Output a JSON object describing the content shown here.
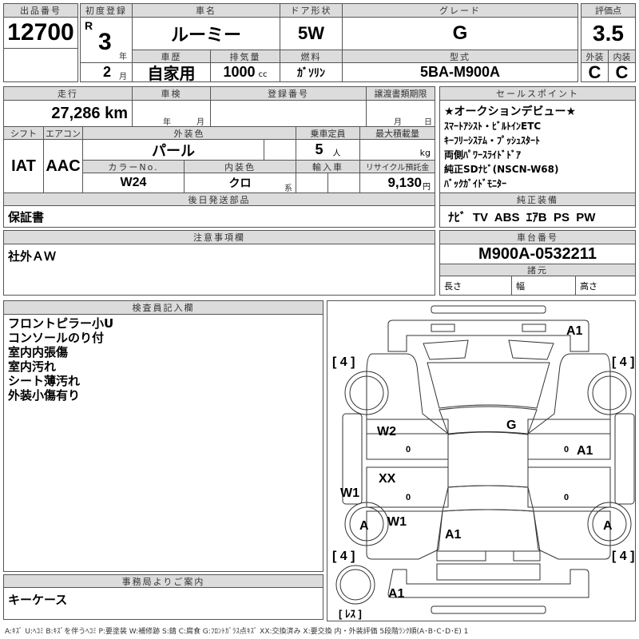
{
  "lot": {
    "label": "出品番号",
    "value": "12700"
  },
  "first_reg": {
    "label": "初度登録",
    "era": "R",
    "year": "3",
    "year_unit": "年",
    "month": "2",
    "month_unit": "月"
  },
  "car_name": {
    "label": "車名",
    "value": "ルーミー"
  },
  "door": {
    "label": "ドア形状",
    "value": "5W"
  },
  "grade": {
    "label": "グレード",
    "value": "G"
  },
  "history": {
    "label": "車歴",
    "value": "自家用"
  },
  "displacement": {
    "label": "排気量",
    "value": "1000",
    "unit": "cc"
  },
  "fuel": {
    "label": "燃料",
    "value": "ｶﾞｿﾘﾝ"
  },
  "model": {
    "label": "型式",
    "value": "5BA-M900A"
  },
  "score": {
    "label": "評価点",
    "value": "3.5",
    "ext_label": "外装",
    "int_label": "内装",
    "ext": "C",
    "int": "C"
  },
  "mileage": {
    "label": "走行",
    "value": "27,286 km"
  },
  "inspection": {
    "label": "車検",
    "year_unit": "年",
    "month_unit": "月"
  },
  "reg_no": {
    "label": "登録番号"
  },
  "transfer": {
    "label": "譲渡書類期限",
    "month_unit": "月",
    "day_unit": "日"
  },
  "shift": {
    "label": "シフト",
    "value": "IAT"
  },
  "aircon": {
    "label": "エアコン",
    "value": "AAC"
  },
  "ext_color": {
    "label": "外装色",
    "value": "パール"
  },
  "capacity": {
    "label": "乗車定員",
    "value": "5",
    "unit": "人"
  },
  "max_load": {
    "label": "最大積載量",
    "unit": "kg"
  },
  "color_no": {
    "label": "カラーNo.",
    "value": "W24"
  },
  "int_color": {
    "label": "内装色",
    "value": "クロ",
    "unit": "系"
  },
  "import": {
    "label": "輸入車"
  },
  "recycle": {
    "label": "リサイクル預託金",
    "value": "9,130",
    "unit": "円"
  },
  "later_parts": {
    "label": "後日発送部品",
    "value": "保証書"
  },
  "sales_points": {
    "label": "セールスポイント",
    "items": [
      "★オークションデビュー★",
      "ｽﾏｰﾄｱｼｽﾄ・ﾋﾞﾙﾄｲﾝETC",
      "ｷｰﾌﾘｰｼｽﾃﾑ・ﾌﾟｯｼｭｽﾀｰﾄ",
      "両側ﾊﾟﾜｰｽﾗｲﾄﾞﾄﾞｱ",
      "純正SDﾅﾋﾞ(NSCN-W68)",
      "ﾊﾞｯｸｶﾞｲﾄﾞﾓﾆﾀｰ"
    ]
  },
  "equipment": {
    "label": "純正装備",
    "value": "ﾅﾋﾞ  TV  ABS  ｴｱB  PS  PW"
  },
  "notes": {
    "label": "注意事項欄",
    "value": "社外ＡＷ"
  },
  "chassis": {
    "label": "車台番号",
    "value": "M900A-0532211"
  },
  "specs": {
    "label": "諸元",
    "length": "長さ",
    "width": "幅",
    "height": "高さ"
  },
  "inspector": {
    "label": "検査員記入欄",
    "lines": [
      "フロントピラー小U",
      "コンソールのり付",
      "室内内張傷",
      "室内汚れ",
      "シート薄汚れ",
      "外装小傷有り"
    ]
  },
  "office": {
    "label": "事務局よりご案内",
    "value": "キーケース"
  },
  "diagram": {
    "marks": [
      "A1",
      "[ 4 ]",
      "[ 4 ]",
      "G",
      "W2",
      "0",
      "A1",
      "0",
      "XX",
      "W1",
      "0",
      "0",
      "A",
      "W1",
      "A1",
      "A",
      "[ 4 ]",
      "[ 4 ]",
      "A1",
      "[ ﾚｽ ]"
    ]
  },
  "legend": "A:ｷｽﾞ U:ﾍｺﾐ B:ｷｽﾞを伴うﾍｺﾐ P:要塗装 W:補修跡 S:錆 C:腐食 G:ﾌﾛﾝﾄｶﾞﾗｽ点ｷｽﾞ XX:交換済み X:要交換  内・外装評価  5段階ﾗﾝｸ順(A･B･C･D･E) 1"
}
